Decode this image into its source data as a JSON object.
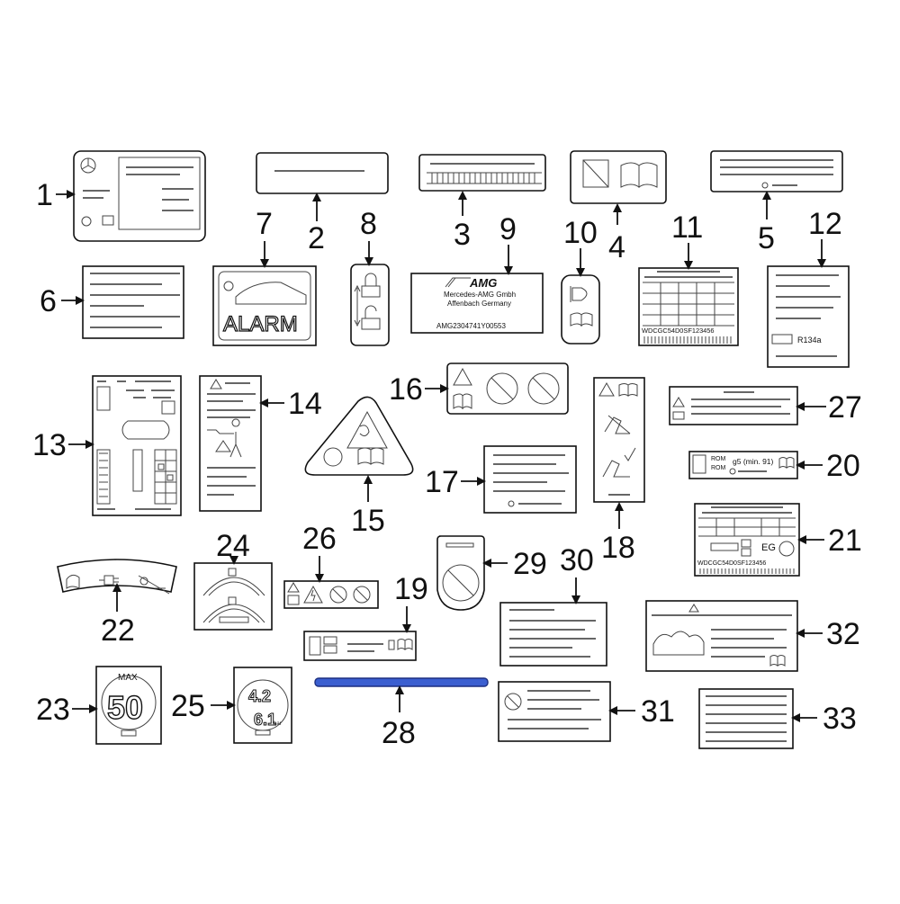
{
  "callouts": [
    "1",
    "2",
    "3",
    "4",
    "5",
    "6",
    "7",
    "8",
    "9",
    "10",
    "11",
    "12",
    "13",
    "14",
    "15",
    "16",
    "17",
    "18",
    "19",
    "20",
    "21",
    "22",
    "23",
    "24",
    "25",
    "26",
    "27",
    "28",
    "29",
    "30",
    "31",
    "32",
    "33"
  ],
  "label_text": {
    "alarm": "ALARM",
    "amg_logo": "AMG",
    "amg_company": "Mercedes-AMG Gmbh",
    "amg_city": "Affenbach Germany",
    "amg_code": "AMG2304741Y00553",
    "vin_11": "WDCGC54D0SF123456",
    "vin_21": "WDCGC54D0SF123456",
    "refrigerant": "R134a",
    "rom1": "ROM",
    "rom2": "ROM",
    "fuel": "g5 (min. 91)",
    "eg": "EG",
    "max": "MAX",
    "speed": "50",
    "press_front": "4.2",
    "press_rear": "6.1",
    "bar_unit": "bar"
  },
  "colors": {
    "line": "#111111",
    "strip_blue": "#3b5fd0",
    "strip_edge": "#1c2f80"
  }
}
